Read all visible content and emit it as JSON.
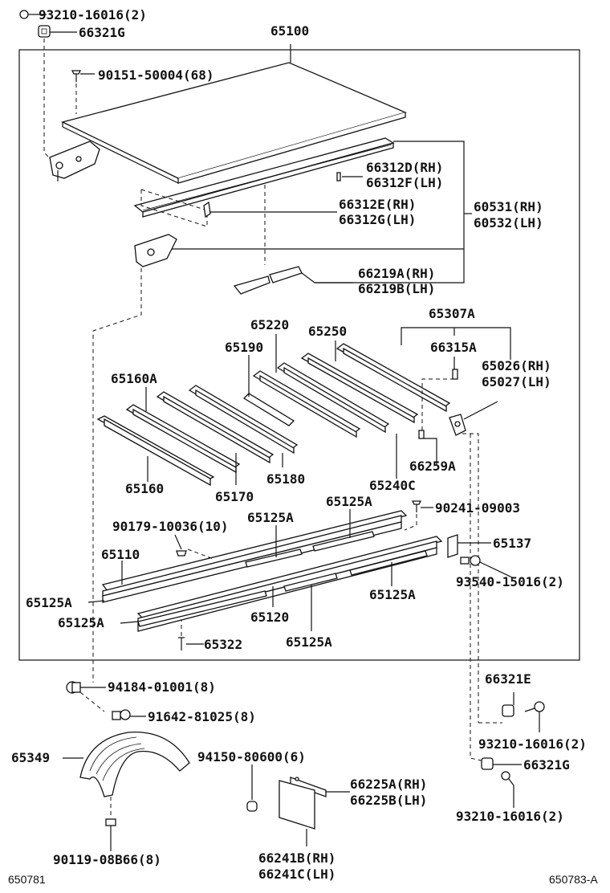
{
  "labels": {
    "bolt_top": "93210-16016(2)",
    "nut_top": "66321G",
    "assembly": "65100",
    "screw_68": "90151-50004(68)",
    "pin_rh": "66312D(RH)",
    "pin_lh": "66312F(LH)",
    "clip_rh": "66312E(RH)",
    "clip_lh": "66312G(LH)",
    "rail_rh": "60531(RH)",
    "rail_lh": "60532(LH)",
    "trim_rh": "66219A(RH)",
    "trim_lh": "66219B(LH)",
    "p65307a": "65307A",
    "p65220": "65220",
    "p65250": "65250",
    "p66315a": "66315A",
    "p65190": "65190",
    "hinge_rh": "65026(RH)",
    "hinge_lh": "65027(LH)",
    "p65160a": "65160A",
    "p66259a": "66259A",
    "p65160": "65160",
    "p65170": "65170",
    "p65180": "65180",
    "p65240c": "65240C",
    "p65125a_1": "65125A",
    "p65125a_2": "65125A",
    "screw_90241": "90241-09003",
    "clip_90179": "90179-10036(10)",
    "p65137": "65137",
    "p65110": "65110",
    "bolt_93540": "93540-15016(2)",
    "p65125a_3": "65125A",
    "p65125a_4": "65125A",
    "p65125a_5": "65125A",
    "p65120": "65120",
    "p65322": "65322",
    "p65125a_6": "65125A",
    "nut_94184": "94184-01001(8)",
    "p66321e": "66321E",
    "bolt_91642": "91642-81025(8)",
    "bolt_93210_r1": "93210-16016(2)",
    "p65349": "65349",
    "nut_94150": "94150-80600(6)",
    "p66321g_r": "66321G",
    "bracket_rh": "66225A(RH)",
    "bracket_lh": "66225B(LH)",
    "bolt_93210_r2": "93210-16016(2)",
    "screw_90119": "90119-08B66(8)",
    "flap_rh": "66241B(RH)",
    "flap_lh": "66241C(LH)",
    "code_left": "650781",
    "code_right": "650783-A"
  }
}
